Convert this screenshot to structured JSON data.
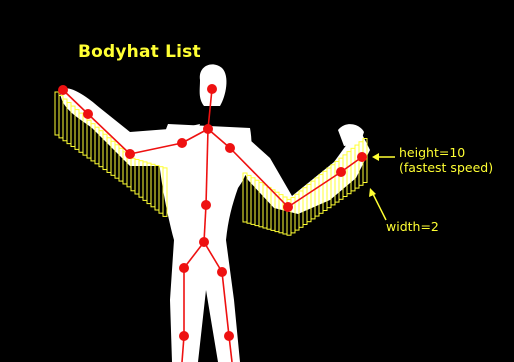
{
  "title": "Bodyhat List",
  "annotations": {
    "height_label": "height=10",
    "height_note": "(fastest speed)",
    "width_label": "width=2"
  },
  "colors": {
    "background": "#000000",
    "silhouette": "#ffffff",
    "skeleton": "#ee1111",
    "bars": "#ffff33",
    "text": "#ffff33"
  }
}
